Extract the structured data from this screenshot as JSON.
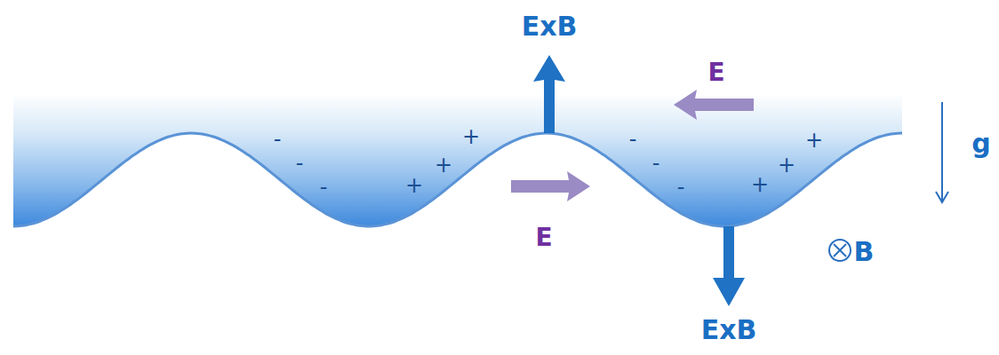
{
  "diagram": {
    "labels": [
      "ExB",
      "E",
      "g",
      "-",
      "-",
      "-",
      "+",
      "+",
      "+",
      "-",
      "-",
      "-",
      "+",
      "+",
      "+",
      "E",
      "B",
      "ExB"
    ]
  }
}
